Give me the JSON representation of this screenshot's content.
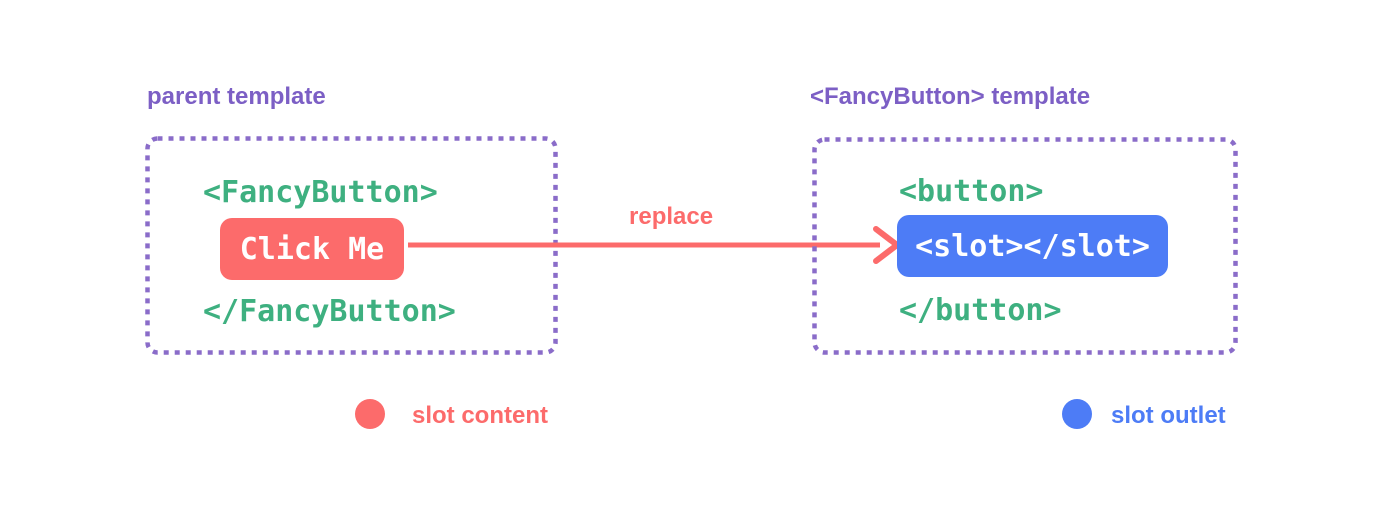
{
  "colors": {
    "purple_heading": "#7c5fc5",
    "purple_border": "#8a6cc9",
    "green": "#3eb080",
    "red": "#fc6b6b",
    "blue": "#4d7cf6",
    "white_text": "#ffffff",
    "bg": "#ffffff"
  },
  "parent_panel": {
    "heading": "parent template",
    "open_tag": "<FancyButton>",
    "button_label": "Click Me",
    "close_tag": "</FancyButton>"
  },
  "arrow": {
    "label": "replace"
  },
  "fancy_button_panel": {
    "heading": "<FancyButton> template",
    "open_tag": "<button>",
    "slot_code": "<slot></slot>",
    "close_tag": "</button>"
  },
  "legend": {
    "slot_content": "slot content",
    "slot_outlet": "slot outlet"
  }
}
